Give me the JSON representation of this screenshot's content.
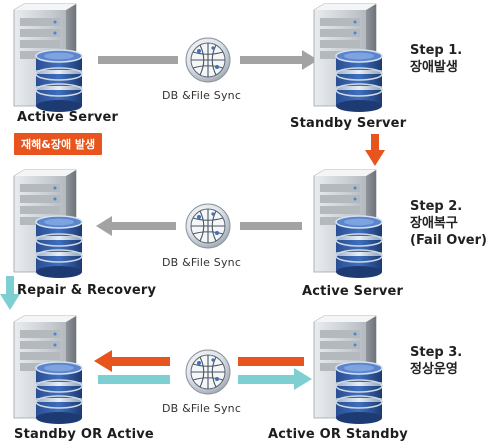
{
  "rows": [
    {
      "left_server_label": "Active Server",
      "right_server_label": "Standby Server",
      "sync_label": "DB &File Sync",
      "step_title": "Step 1.",
      "step_desc": "장애발생",
      "badge": "재해&장애 발생"
    },
    {
      "left_server_label": "Repair & Recovery",
      "right_server_label": "Active Server",
      "sync_label": "DB &File Sync",
      "step_title": "Step 2.",
      "step_desc": "장애복구",
      "step_desc2": "(Fail Over)"
    },
    {
      "left_server_label": "Standby OR Active",
      "right_server_label": "Active OR Standby",
      "sync_label": "DB &File Sync",
      "step_title": "Step 3.",
      "step_desc": "정상운영"
    }
  ],
  "colors": {
    "gray_arrow": "#a3a3a3",
    "orange_arrow": "#e8541e",
    "teal_arrow": "#7ecfd2"
  },
  "icons": [
    "server-icon",
    "database-icon",
    "globe-sync-icon"
  ]
}
